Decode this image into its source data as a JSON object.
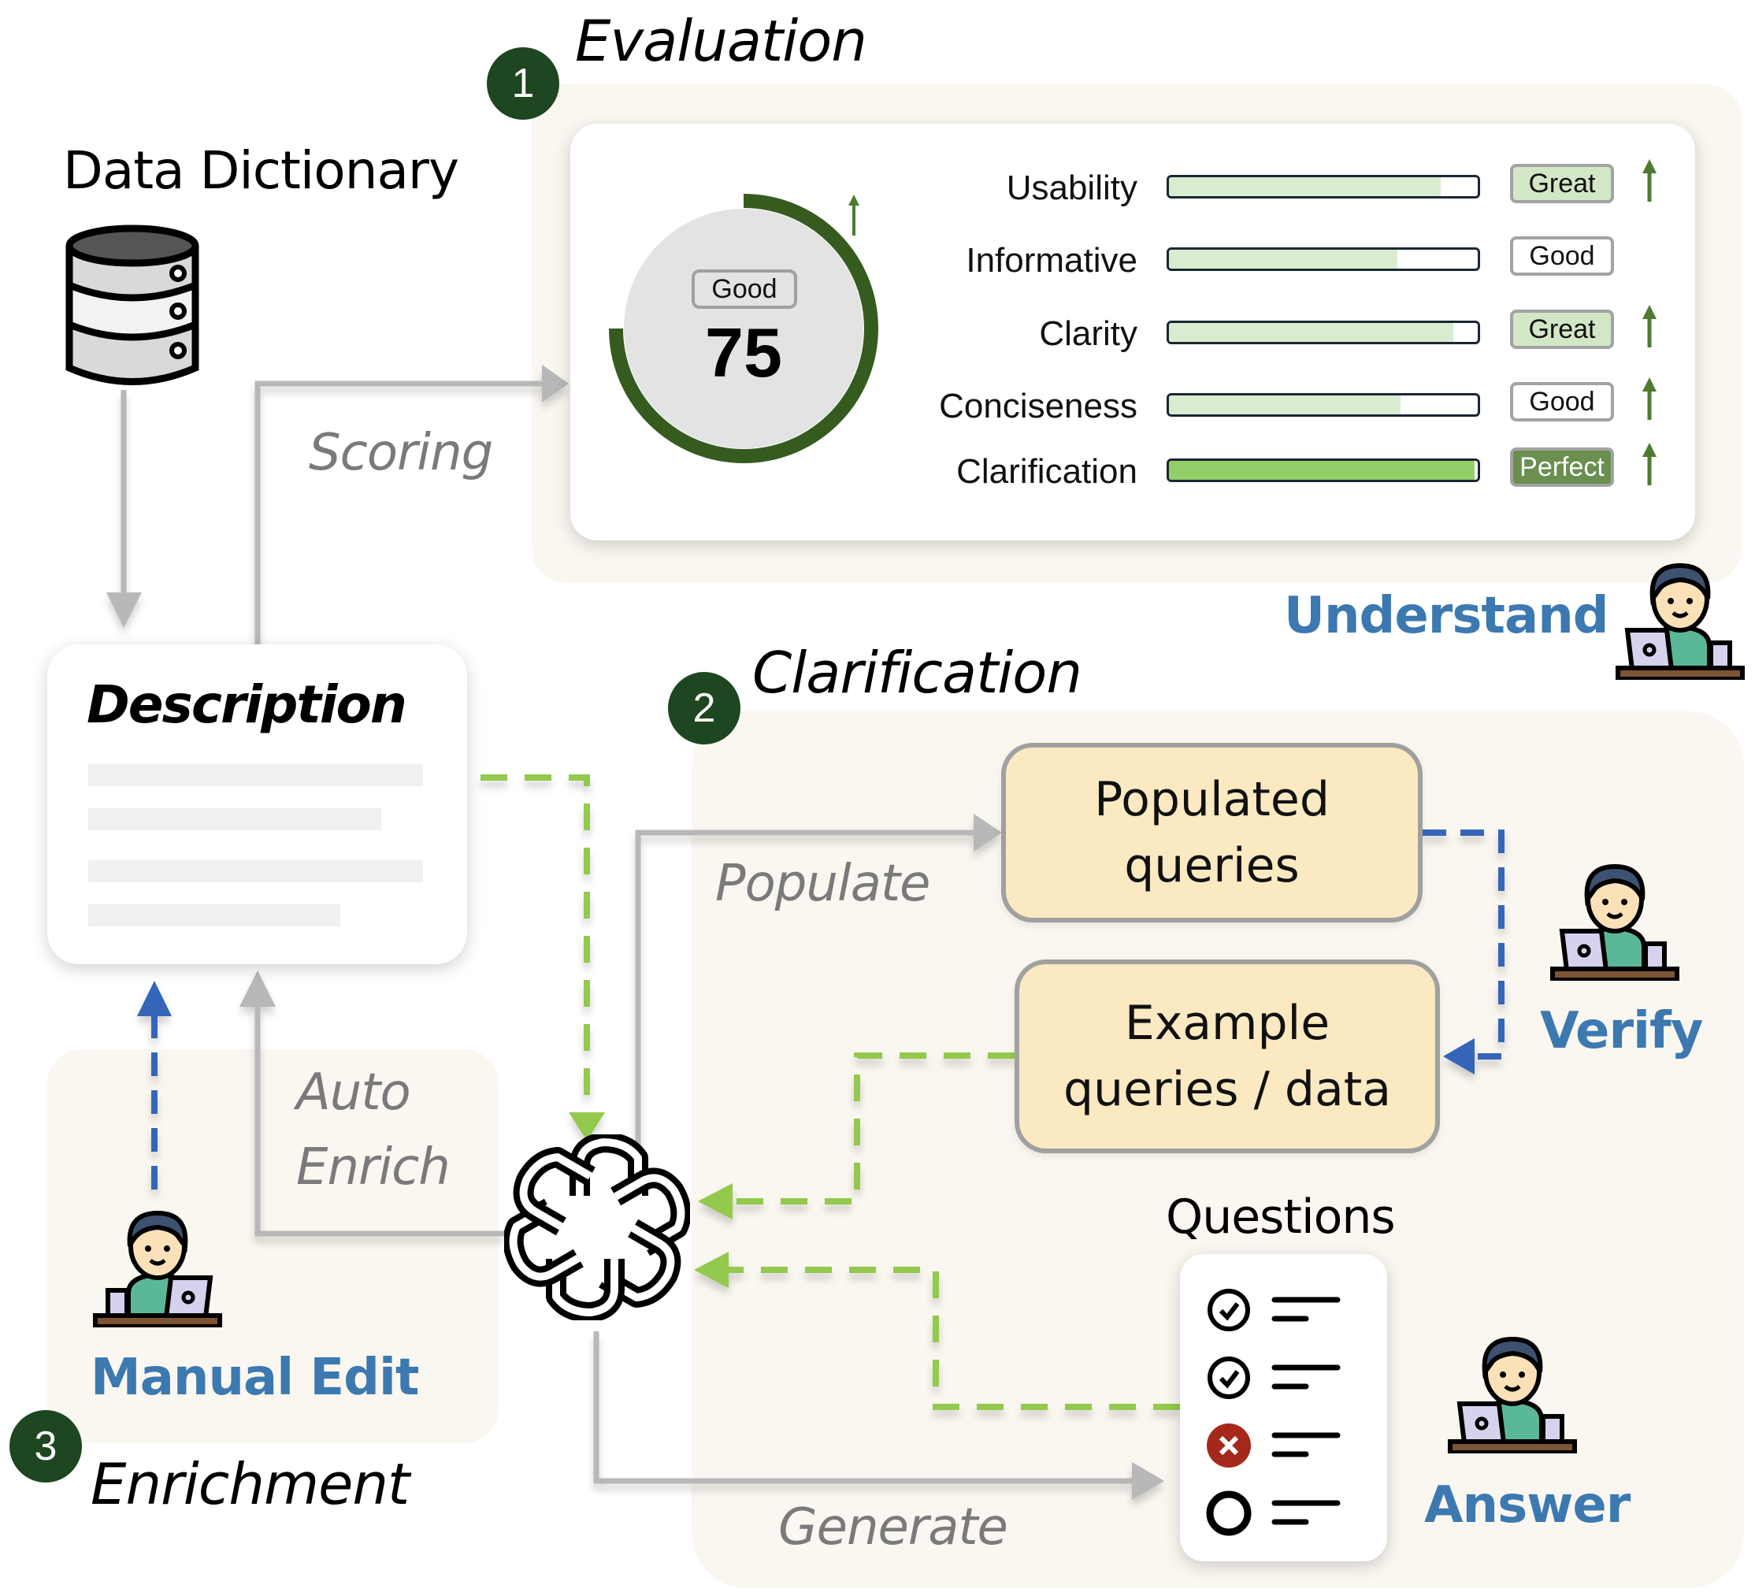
{
  "evaluation": {
    "step_number": "1",
    "title": "Evaluation",
    "overall": {
      "grade": "Good",
      "score": "75",
      "score_value": 75,
      "score_max": 100,
      "trend": "up"
    },
    "metrics": [
      {
        "label": "Usability",
        "fill": 0.88,
        "grade": "Great",
        "grade_style": "great",
        "trend": "up"
      },
      {
        "label": "Informative",
        "fill": 0.74,
        "grade": "Good",
        "grade_style": "good",
        "trend": "none"
      },
      {
        "label": "Clarity",
        "fill": 0.92,
        "grade": "Great",
        "grade_style": "great",
        "trend": "up"
      },
      {
        "label": "Conciseness",
        "fill": 0.75,
        "grade": "Good",
        "grade_style": "good",
        "trend": "up"
      },
      {
        "label": "Clarification",
        "fill": 0.99,
        "grade": "Perfect",
        "grade_style": "perfect",
        "trend": "up"
      }
    ],
    "role": "Understand"
  },
  "data_dictionary": {
    "label": "Data Dictionary",
    "icon": "database-icon"
  },
  "description": {
    "title": "Description",
    "placeholder_lines": 4
  },
  "flows": {
    "scoring": "Scoring",
    "populate": "Populate",
    "auto_enrich_line1": "Auto",
    "auto_enrich_line2": "Enrich",
    "generate": "Generate"
  },
  "clarification": {
    "step_number": "2",
    "title": "Clarification",
    "populated_queries": "Populated queries",
    "populated_line1": "Populated",
    "populated_line2": "queries",
    "example_line1": "Example",
    "example_line2": "queries / data",
    "verify_role": "Verify",
    "questions_label": "Questions",
    "questions": [
      {
        "status": "checked"
      },
      {
        "status": "checked"
      },
      {
        "status": "rejected"
      },
      {
        "status": "unanswered"
      }
    ],
    "answer_role": "Answer"
  },
  "enrichment": {
    "step_number": "3",
    "title": "Enrichment",
    "manual_edit_role": "Manual Edit"
  },
  "llm": {
    "icon": "openai-logo-icon"
  },
  "colors": {
    "badge_green": "#1e4620",
    "gauge_green": "#365b1f",
    "arrow_green": "#4e7b30",
    "dashed_green": "#93c94e",
    "dashed_blue": "#3565b9",
    "role_blue": "#3c79b0",
    "flow_gray": "#b8b8b8",
    "panel_bg": "#faf6f0",
    "yellow_box": "#fbe9c2",
    "reject_red": "#a6281a"
  }
}
